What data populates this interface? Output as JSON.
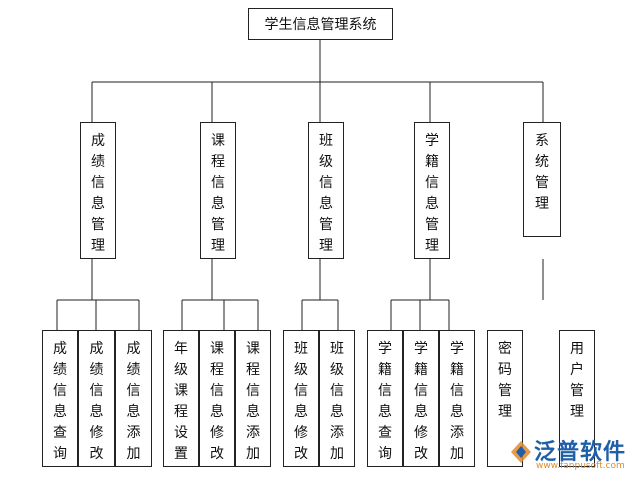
{
  "root": "学生信息管理系统",
  "modules": [
    {
      "label": "成绩信息管理",
      "children": [
        "成绩信息查询",
        "成绩信息修改",
        "成绩信息添加"
      ]
    },
    {
      "label": "课程信息管理",
      "children": [
        "年级课程设置",
        "课程信息修改",
        "课程信息添加"
      ]
    },
    {
      "label": "班级信息管理",
      "children": [
        "班级信息修改",
        "班级信息添加"
      ]
    },
    {
      "label": "学籍信息管理",
      "children": [
        "学籍信息查询",
        "学籍信息修改",
        "学籍信息添加"
      ]
    },
    {
      "label": "系统管理",
      "children": [
        "密码管理",
        "用户管理"
      ]
    }
  ],
  "watermark": {
    "text": "泛普软件",
    "sub": "www.fanpusoft.com",
    "color": "#1f5fa8"
  }
}
